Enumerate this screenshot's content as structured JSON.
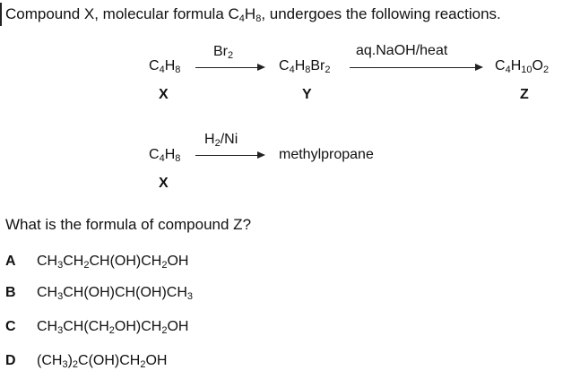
{
  "intro": {
    "pre": "Compound X, molecular formula C",
    "sub1": "4",
    "mid": "H",
    "sub2": "8",
    "post": ", undergoes the following reactions."
  },
  "reaction1": {
    "reactant": {
      "a": "C",
      "s1": "4",
      "b": "H",
      "s2": "8"
    },
    "reactant_label": "X",
    "reagent1": {
      "a": "Br",
      "s1": "2"
    },
    "product1": {
      "a": "C",
      "s1": "4",
      "b": "H",
      "s2": "8",
      "c": "Br",
      "s3": "2"
    },
    "product1_label": "Y",
    "reagent2": "aq.NaOH/heat",
    "product2": {
      "a": "C",
      "s1": "4",
      "b": "H",
      "s2": "10",
      "c": "O",
      "s3": "2"
    },
    "product2_label": "Z"
  },
  "reaction2": {
    "reactant": {
      "a": "C",
      "s1": "4",
      "b": "H",
      "s2": "8"
    },
    "reactant_label": "X",
    "reagent": {
      "a": "H",
      "s1": "2",
      "b": "/Ni"
    },
    "product": "methylpropane"
  },
  "question": "What is the formula of compound Z?",
  "options": [
    {
      "letter": "A",
      "parts": [
        "CH",
        "3",
        "CH",
        "2",
        "CH(OH)CH",
        "2",
        "OH"
      ]
    },
    {
      "letter": "B",
      "parts": [
        "CH",
        "3",
        "CH(OH)CH(OH)CH",
        "3",
        ""
      ]
    },
    {
      "letter": "C",
      "parts": [
        "CH",
        "3",
        "CH(CH",
        "2",
        "OH)CH",
        "2",
        "OH"
      ]
    },
    {
      "letter": "D",
      "parts": [
        "(CH",
        "3",
        ")",
        "2",
        "C(OH)CH",
        "2",
        "OH"
      ]
    }
  ]
}
